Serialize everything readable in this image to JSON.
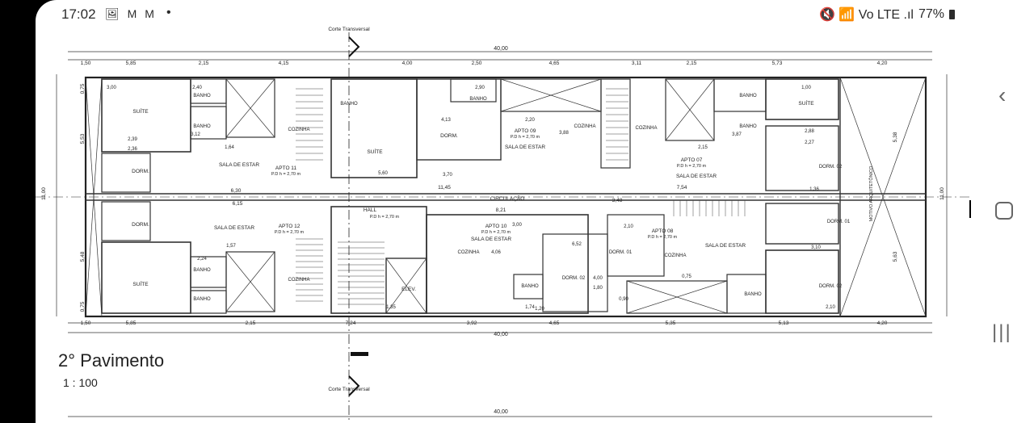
{
  "status_bar": {
    "time": "17:02",
    "notification_icons": "🖼 M M",
    "dot": "•",
    "right_icons": "🔇 📶 Vo LTE .ıl",
    "battery": "77%"
  },
  "drawing": {
    "title": "2° Pavimento",
    "scale": "1 : 100",
    "section_label_top": "Corte Transversal",
    "section_label_bottom": "Corte Transversal",
    "overall_width": "40,00",
    "top_dims": [
      "1,50",
      "5,85",
      "2,15",
      "4,15",
      "4,00",
      "2,50",
      "4,65",
      "3,11",
      "2,15",
      "5,73",
      "4,20"
    ],
    "bottom_dims": [
      "1,50",
      "5,85",
      "2,15",
      "7,24",
      "3,92",
      "4,65",
      "5,35",
      "5,13",
      "4,20"
    ],
    "left_dims": [
      "0,75",
      "5,53",
      "11,00",
      "5,48",
      "0,75"
    ],
    "right_dims": [
      "5,38",
      "11,00",
      "5,63"
    ],
    "circulation": "CIRCULAÇÃO",
    "circulation_dims": [
      "11,45",
      "8,21",
      "3,48",
      "7,54",
      "6,30",
      "6,15"
    ],
    "hall": "HALL",
    "hall_pdh": "P.D h = 2,70 m",
    "elev": "ELEV.",
    "motivo": "MOTIVO ARQUITETÔNICO",
    "apartments": [
      {
        "name": "APTO 11",
        "pdh": "P.D h = 2,70 m"
      },
      {
        "name": "APTO 12",
        "pdh": "P.D h = 2,70 m"
      },
      {
        "name": "APTO 09",
        "pdh": "P.D h = 2,70 m"
      },
      {
        "name": "APTO 10",
        "pdh": "P.D h = 2,70 m"
      },
      {
        "name": "APTO 07",
        "pdh": "P.D h = 2,70 m"
      },
      {
        "name": "APTO 08",
        "pdh": "P.D h = 2,70 m"
      }
    ],
    "rooms": {
      "suite": "SUÍTE",
      "banho": "BANHO",
      "dorm": "DORM.",
      "sala": "SALA DE ESTAR",
      "cozinha": "COZINHA",
      "dorm01": "DORM. 01",
      "dorm02": "DORM. 02"
    },
    "room_dims": [
      "3,00",
      "2,40",
      "2,39",
      "2,36",
      "3,12",
      "1,64",
      "4,13",
      "2,90",
      "2,20",
      "5,60",
      "3,70",
      "3,88",
      "1,00",
      "2,88",
      "2,27",
      "2,15",
      "3,87",
      "1,36",
      "3,00",
      "6,52",
      "2,10",
      "3,10",
      "2,24",
      "1,57",
      "4,06",
      "1,35",
      "1,74",
      "1,20",
      "1,80",
      "0,90",
      "0,75",
      "4,00",
      "2,10"
    ]
  }
}
